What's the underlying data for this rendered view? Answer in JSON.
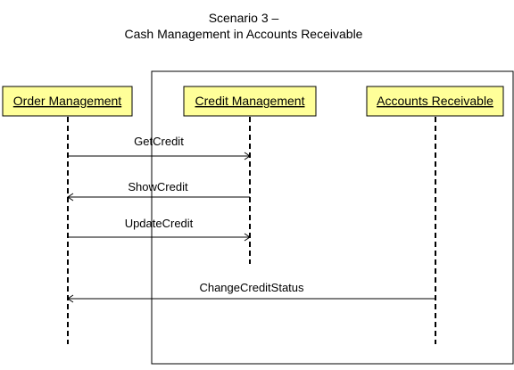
{
  "title": {
    "line1": "Scenario 3 –",
    "line2": "Cash Management in Accounts Receivable"
  },
  "colors": {
    "background": "#ffffff",
    "participant_fill": "#ffff99",
    "line": "#000000",
    "text": "#000000"
  },
  "participants": [
    {
      "id": "om",
      "label": "Order Management"
    },
    {
      "id": "cm",
      "label": "Credit Management"
    },
    {
      "id": "ar",
      "label": "Accounts Receivable"
    }
  ],
  "messages": [
    {
      "label": "GetCredit",
      "from": "om",
      "to": "cm"
    },
    {
      "label": "ShowCredit",
      "from": "cm",
      "to": "om"
    },
    {
      "label": "UpdateCredit",
      "from": "om",
      "to": "cm"
    },
    {
      "label": "ChangeCreditStatus",
      "from": "ar",
      "to": "om"
    }
  ]
}
